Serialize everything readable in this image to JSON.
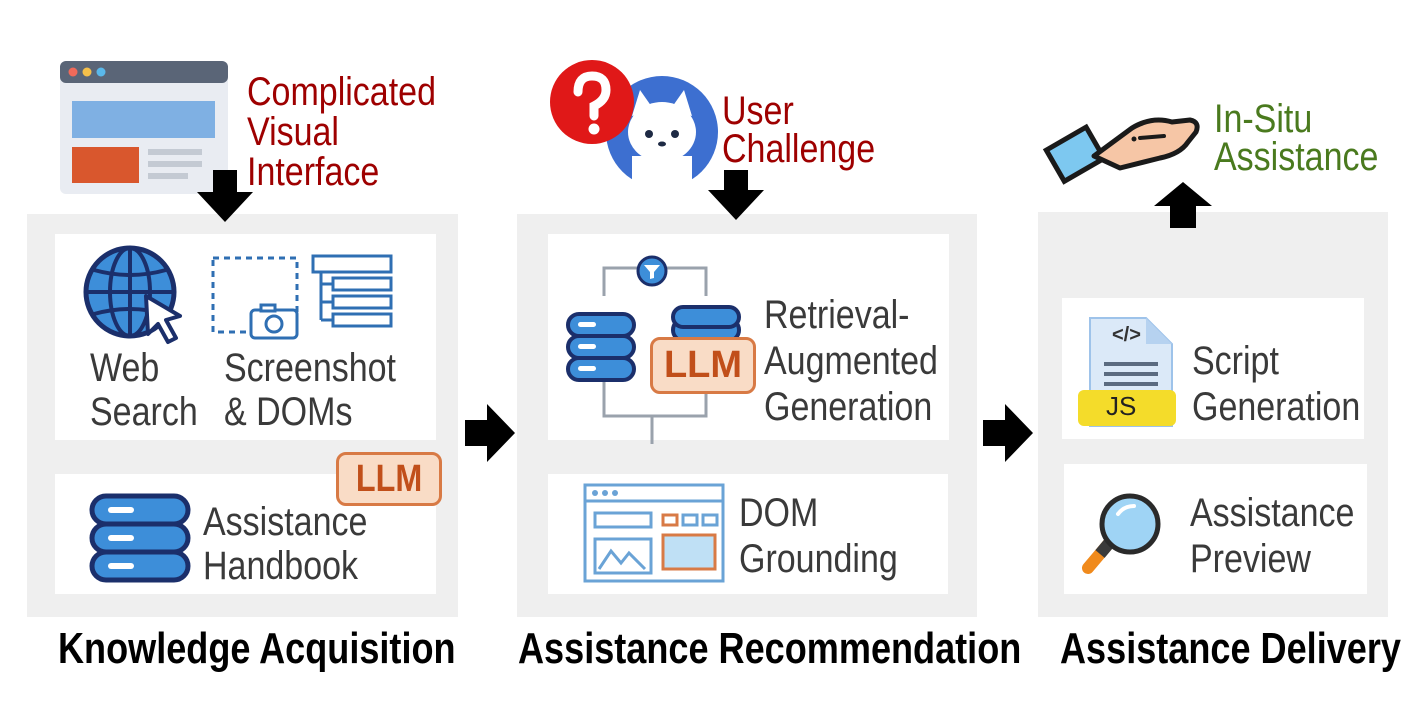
{
  "knowledge_acquisition": {
    "input_label_line1": "Complicated",
    "input_label_line2": "Visual",
    "input_label_line3": "Interface",
    "web_search_line1": "Web",
    "web_search_line2": "Search",
    "screenshot_line1": "Screenshot",
    "screenshot_line2": "& DOMs",
    "llm_badge": "LLM",
    "handbook_line1": "Assistance",
    "handbook_line2": "Handbook",
    "title": "Knowledge Acquisition"
  },
  "assistance_recommendation": {
    "input_label_line1": "User",
    "input_label_line2": "Challenge",
    "rag_line1": "Retrieval-",
    "rag_line2": "Augmented",
    "rag_line3": "Generation",
    "llm_badge": "LLM",
    "dom_line1": "DOM",
    "dom_line2": "Grounding",
    "title": "Assistance Recommendation"
  },
  "assistance_delivery": {
    "output_label_line1": "In-Situ",
    "output_label_line2": "Assistance",
    "script_line1": "Script",
    "script_line2": "Generation",
    "js_badge": "JS",
    "code_tag": "</>",
    "preview_line1": "Assistance",
    "preview_line2": "Preview",
    "title": "Assistance Delivery"
  },
  "colors": {
    "panel_bg": "#efefef",
    "challenge_red": "#9e0000",
    "output_green": "#4a7a1e",
    "llm_fill": "#f9dcc6",
    "llm_border": "#d87a45",
    "icon_blue": "#2f6fb3",
    "db_navy": "#1b2f6b"
  }
}
